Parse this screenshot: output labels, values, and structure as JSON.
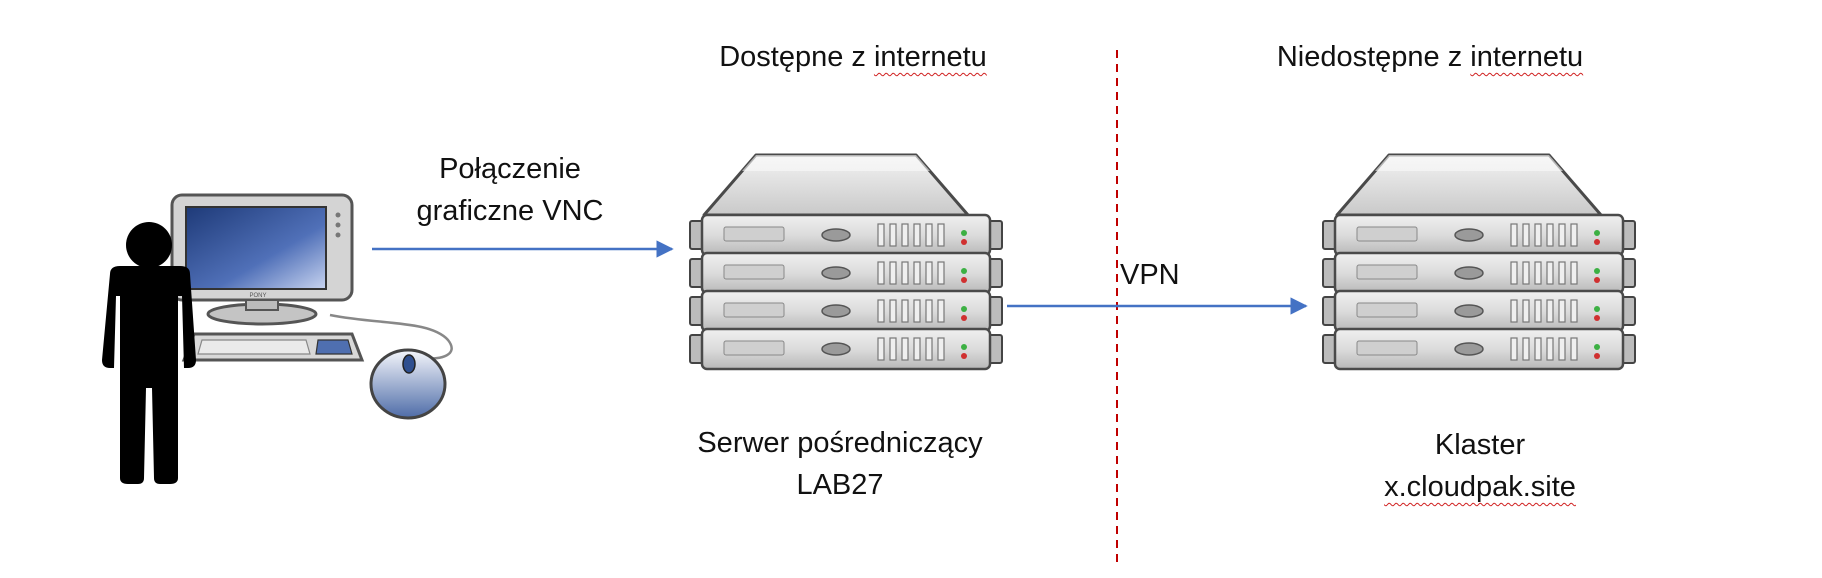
{
  "zones": {
    "public_label_main": "Dostępne z ",
    "public_label_underlined": "internetu",
    "private_label_main": "Niedostępne z ",
    "private_label_underlined": "internetu"
  },
  "connections": {
    "vnc_line1": "Połączenie",
    "vnc_line2": "graficzne VNC",
    "vpn": "VPN"
  },
  "nodes": {
    "proxy_line1": "Serwer pośredniczący",
    "proxy_line2": "LAB27",
    "cluster_line1": "Klaster",
    "cluster_line2": "x.cloudpak.site"
  },
  "colors": {
    "arrow": "#4472c4",
    "divider": "#c00000",
    "spellcheck": "#d02020"
  }
}
